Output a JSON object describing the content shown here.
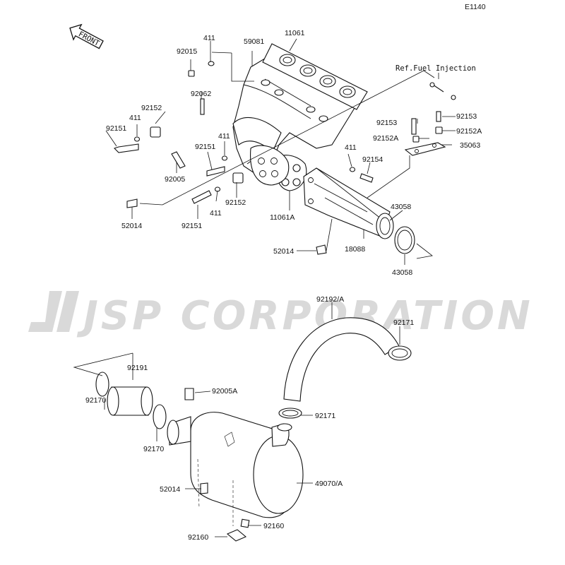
{
  "diagram_code": "E1140",
  "front_label": "FRONT",
  "reference_note": "Ref.Fuel Injection",
  "watermark": "JSP CORPORATION",
  "parts": [
    {
      "id": "p411a",
      "label": "411"
    },
    {
      "id": "p59081",
      "label": "59081"
    },
    {
      "id": "p11061",
      "label": "11061"
    },
    {
      "id": "p92015",
      "label": "92015"
    },
    {
      "id": "p92062",
      "label": "92062"
    },
    {
      "id": "p92152a",
      "label": "92152"
    },
    {
      "id": "p411b",
      "label": "411"
    },
    {
      "id": "p92151a",
      "label": "92151"
    },
    {
      "id": "p411c",
      "label": "411"
    },
    {
      "id": "p92151b",
      "label": "92151"
    },
    {
      "id": "p92005",
      "label": "92005"
    },
    {
      "id": "p92153a",
      "label": "92153"
    },
    {
      "id": "p92153b",
      "label": "92153"
    },
    {
      "id": "p92152A_l",
      "label": "92152A"
    },
    {
      "id": "p92152A_r",
      "label": "92152A"
    },
    {
      "id": "p35063",
      "label": "35063"
    },
    {
      "id": "p411d",
      "label": "411"
    },
    {
      "id": "p92154",
      "label": "92154"
    },
    {
      "id": "p411e",
      "label": "411"
    },
    {
      "id": "p92152b",
      "label": "92152"
    },
    {
      "id": "p11061A",
      "label": "11061A"
    },
    {
      "id": "p52014a",
      "label": "52014"
    },
    {
      "id": "p92151c",
      "label": "92151"
    },
    {
      "id": "p43058a",
      "label": "43058"
    },
    {
      "id": "p52014b",
      "label": "52014"
    },
    {
      "id": "p18088",
      "label": "18088"
    },
    {
      "id": "p43058b",
      "label": "43058"
    },
    {
      "id": "p92192",
      "label": "92192/A"
    },
    {
      "id": "p92171a",
      "label": "92171"
    },
    {
      "id": "p92191",
      "label": "92191"
    },
    {
      "id": "p92005A",
      "label": "92005A"
    },
    {
      "id": "p92170a",
      "label": "92170"
    },
    {
      "id": "p92171b",
      "label": "92171"
    },
    {
      "id": "p92170b",
      "label": "92170"
    },
    {
      "id": "p52014c",
      "label": "52014"
    },
    {
      "id": "p49070",
      "label": "49070/A"
    },
    {
      "id": "p92160a",
      "label": "92160"
    },
    {
      "id": "p92160b",
      "label": "92160"
    }
  ]
}
